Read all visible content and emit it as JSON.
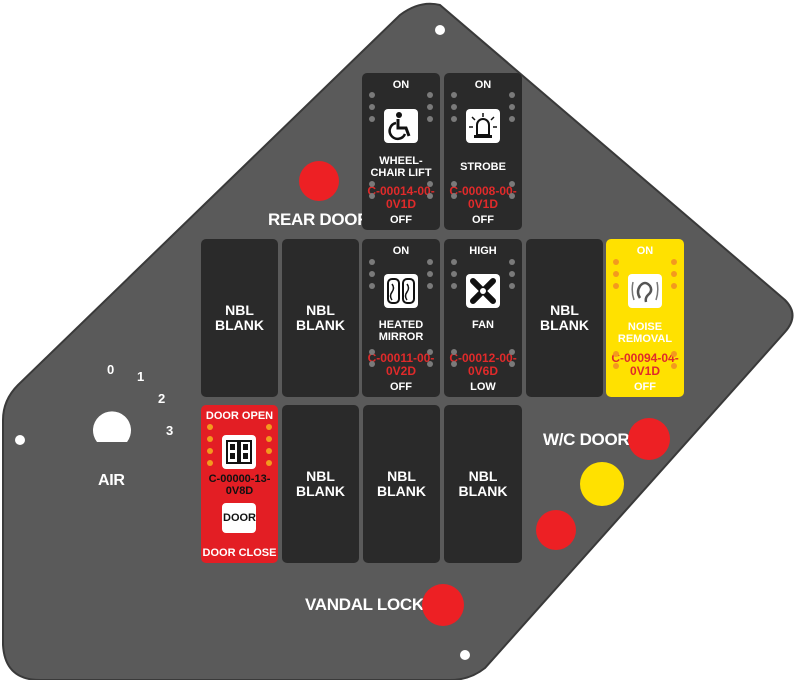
{
  "panel": {
    "colors": {
      "panel": "#5a5a5a",
      "switch": "#2a2a2a",
      "red": "#ed2024",
      "yellow": "#ffe100",
      "door_switch": "#e31e24"
    }
  },
  "labels": {
    "rear_door": "REAR DOOR",
    "wc_door": "W/C DOOR",
    "vandal_lock": "VANDAL LOCK",
    "air": "AIR"
  },
  "air_knob": {
    "positions": [
      "0",
      "1",
      "2",
      "3"
    ]
  },
  "switches": {
    "wheelchair": {
      "top": "ON",
      "name": "WHEEL-\nCHAIR LIFT",
      "code": "C-00014-00-\n0V1D",
      "bottom": "OFF",
      "icon": "wheelchair-icon"
    },
    "strobe": {
      "top": "ON",
      "name": "STROBE",
      "code": "C-00008-00-\n0V1D",
      "bottom": "OFF",
      "icon": "strobe-light-icon"
    },
    "heated_mirror": {
      "top": "ON",
      "name": "HEATED\nMIRROR",
      "code": "C-00011-00-\n0V2D",
      "bottom": "OFF",
      "icon": "heated-mirror-icon"
    },
    "fan": {
      "top": "HIGH",
      "name": "FAN",
      "code": "C-00012-00-\n0V6D",
      "bottom": "LOW",
      "icon": "fan-icon"
    },
    "noise_removal": {
      "top": "ON",
      "name": "NOISE\nREMOVAL",
      "code": "C-00094-04-\n0V1D",
      "bottom": "OFF",
      "icon": "hearing-icon"
    },
    "door": {
      "top": "DOOR OPEN",
      "code": "C-00000-13-\n0V8D",
      "door_label": "DOOR",
      "bottom": "DOOR CLOSE",
      "icon": "door-icon"
    }
  },
  "blanks": {
    "label": "NBL\nBLANK"
  }
}
